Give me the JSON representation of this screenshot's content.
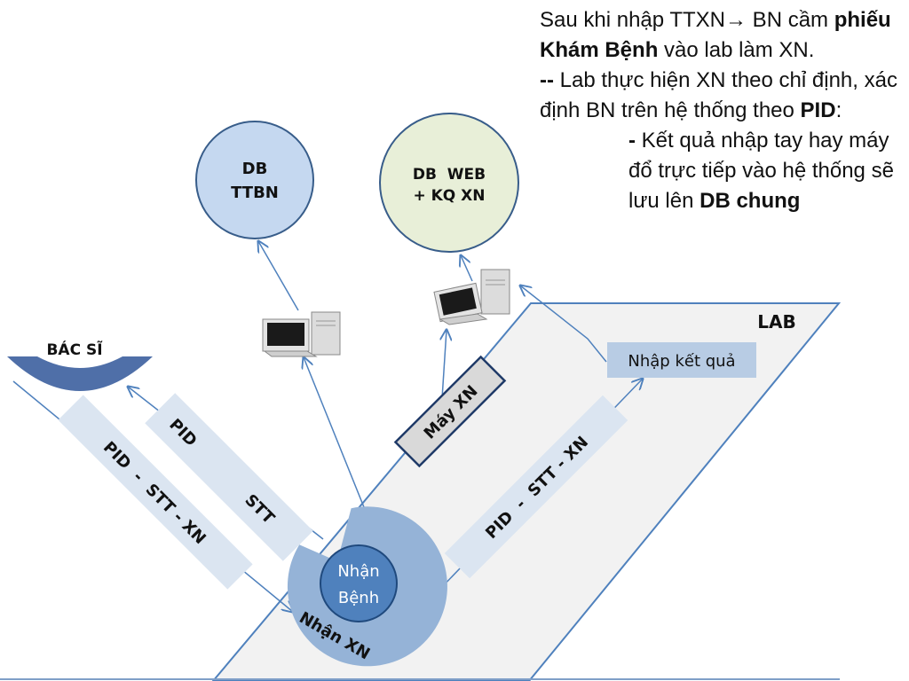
{
  "nodes": {
    "db_ttbn": {
      "line1": "DB",
      "line2": "TTBN"
    },
    "db_web": {
      "line1": "DB  WEB",
      "line2": "+ KQ XN"
    },
    "bac_si": "BÁC SĨ",
    "lab": "LAB",
    "nhap_ket_qua": "Nhập kết quả",
    "may_xn": "Máy XN",
    "nhan_benh": {
      "line1": "Nhận",
      "line2": "Bệnh"
    },
    "nhan_xn": "Nhận XN"
  },
  "flows": {
    "pid_stt_xn_left": "PID  -  STT - XN",
    "pid": "PID",
    "stt": "STT",
    "pid_stt_xn_right": "PID  -  STT - XN"
  },
  "note": {
    "p1_a": "Sau khi nhập TTXN",
    "p1_arrow": "→",
    "p1_b": " BN cầm ",
    "p1_bold": "phiếu Khám Bệnh",
    "p1_c": " vào lab làm XN.",
    "p2_dash": "--",
    "p2_a": " Lab thực hiện XN theo chỉ định, xác định BN trên hệ thống theo ",
    "p2_bold": "PID",
    "p2_b": ":",
    "p3_dash": "-",
    "p3_a": " Kết quả nhập tay hay máy đổ trực tiếp vào hệ thống sẽ lưu lên ",
    "p3_bold": "DB chung"
  },
  "colors": {
    "circle_ttbn": "#c5d8f0",
    "circle_web": "#e8efd8",
    "lab_fill": "#f2f2f2",
    "arrow": "#4f81bd",
    "band": "#dbe5f1",
    "ring": "#95b3d7",
    "core": "#4f81bd",
    "doctor": "#4f6fa8"
  }
}
